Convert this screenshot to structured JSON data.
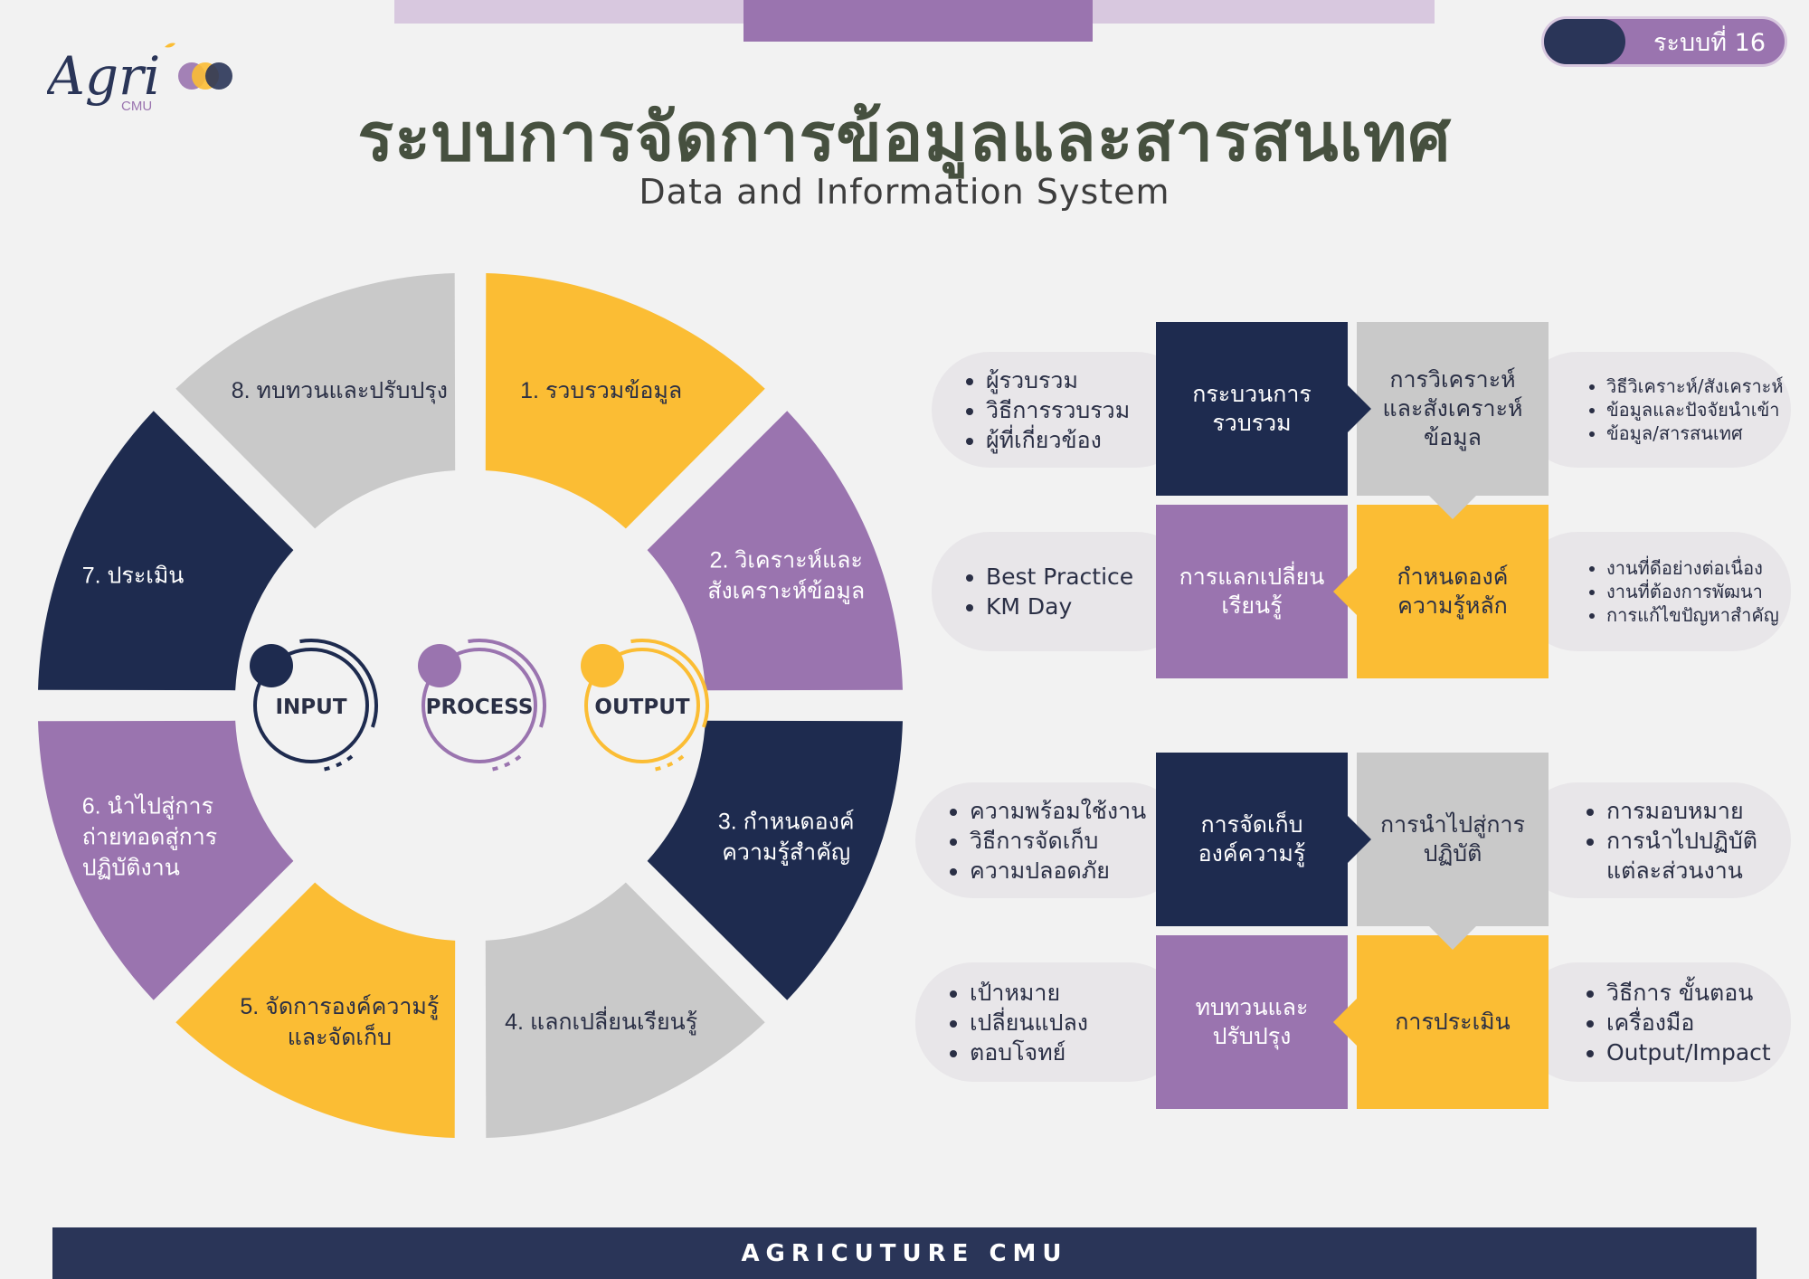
{
  "badge": {
    "label": "ระบบที่ 16"
  },
  "logo": {
    "text": "Agri",
    "sub": "CMU"
  },
  "header": {
    "title": "ระบบการจัดการข้อมูลและสารสนเทศ",
    "subtitle": "Data and Information System"
  },
  "wheel": {
    "segments": [
      {
        "lines": [
          "1. รวบรวมข้อมูล"
        ],
        "color": "#fbbd34",
        "text_color": "#2a2f45"
      },
      {
        "lines": [
          "2. วิเคราะห์และ",
          "สังเคราะห์ข้อมูล"
        ],
        "color": "#9a74af",
        "text_color": "#ffffff"
      },
      {
        "lines": [
          "3. กำหนดองค์",
          "ความรู้สำคัญ"
        ],
        "color": "#1e2b4f",
        "text_color": "#ffffff"
      },
      {
        "lines": [
          "4. แลกเปลี่ยนเรียนรู้"
        ],
        "color": "#c9c9c9",
        "text_color": "#2a2f45"
      },
      {
        "lines": [
          "5. จัดการองค์ความรู้",
          "และจัดเก็บ"
        ],
        "color": "#fbbd34",
        "text_color": "#2a2f45"
      },
      {
        "lines": [
          "6. นำไปสู่การ",
          "ถ่ายทอดสู่การ",
          "ปฏิบัติงาน"
        ],
        "color": "#9a74af",
        "text_color": "#ffffff"
      },
      {
        "lines": [
          "7. ประเมิน"
        ],
        "color": "#1e2b4f",
        "text_color": "#ffffff"
      },
      {
        "lines": [
          "8. ทบทวนและปรับปรุง"
        ],
        "color": "#c9c9c9",
        "text_color": "#2a2f45"
      }
    ],
    "rings": [
      {
        "label": "INPUT",
        "color": "#1e2b4f"
      },
      {
        "label": "PROCESS",
        "color": "#9a74af"
      },
      {
        "label": "OUTPUT",
        "color": "#fbbd34"
      }
    ]
  },
  "blocks": [
    {
      "pill_tl": [
        "ผู้รวบรวม",
        "วิธีการรวบรวม",
        "ผู้ที่เกี่ยวข้อง"
      ],
      "box_tl": "กระบวนการ\nรวบรวม",
      "box_tr": "การวิเคราะห์\nและสังเคราะห์\nข้อมูล",
      "pill_tr": [
        "วิธีวิเคราะห์/สังเคราะห์",
        "ข้อมูลและปัจจัยนำเข้า",
        "ข้อมูล/สารสนเทศ"
      ],
      "pill_bl": [
        "Best Practice",
        "KM Day"
      ],
      "box_bl": "การแลกเปลี่ยน\nเรียนรู้",
      "box_br": "กำหนดองค์\nความรู้หลัก",
      "pill_br": [
        "งานที่ดีอย่างต่อเนื่อง",
        "งานที่ต้องการพัฒนา",
        "การแก้ไขปัญหาสำคัญ"
      ]
    },
    {
      "pill_tl": [
        "ความพร้อมใช้งาน",
        "วิธีการจัดเก็บ",
        "ความปลอดภัย"
      ],
      "box_tl": "การจัดเก็บ\nองค์ความรู้",
      "box_tr": "การนำไปสู่การ\nปฏิบัติ",
      "pill_tr": [
        "การมอบหมาย",
        "การนำไปปฏิบัติ\nแต่ละส่วนงาน"
      ],
      "pill_bl": [
        "เป้าหมาย",
        "เปลี่ยนแปลง",
        "ตอบโจทย์"
      ],
      "box_bl": "ทบทวนและ\nปรับปรุง",
      "box_br": "การประเมิน",
      "pill_br": [
        "วิธีการ ขั้นตอน",
        "เครื่องมือ",
        "Output/Impact"
      ]
    }
  ],
  "footer": {
    "text": "AGRICUTURE CMU"
  }
}
